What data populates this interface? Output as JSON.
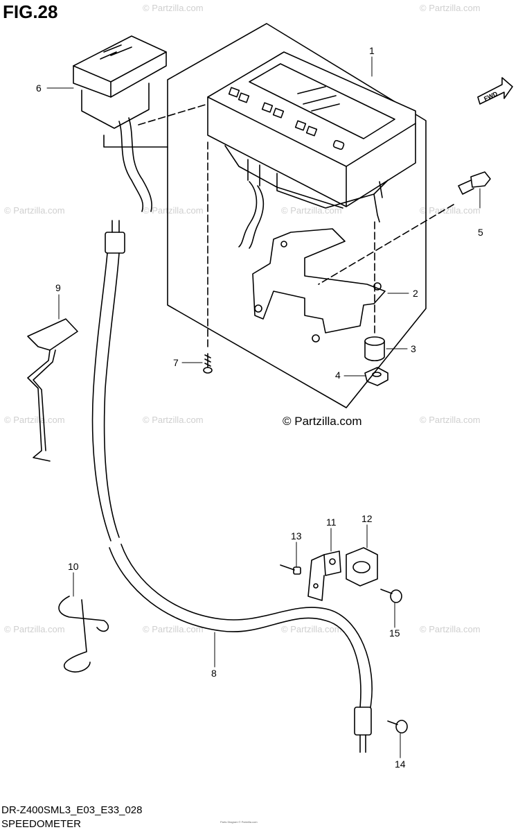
{
  "figure": {
    "title": "FIG.28",
    "model_code": "DR-Z400SML3_E03_E33_028",
    "section_name": "SPEEDOMETER",
    "fwd_label": "FWD",
    "brand_credit": "© Partzilla.com",
    "watermark_text": "© Partzilla.com",
    "footer_tiny": "Parts Diagram © Partzilla.com"
  },
  "callouts": [
    {
      "number": "1"
    },
    {
      "number": "2"
    },
    {
      "number": "3"
    },
    {
      "number": "4"
    },
    {
      "number": "5"
    },
    {
      "number": "6"
    },
    {
      "number": "7"
    },
    {
      "number": "8"
    },
    {
      "number": "9"
    },
    {
      "number": "10"
    },
    {
      "number": "11"
    },
    {
      "number": "12"
    },
    {
      "number": "13"
    },
    {
      "number": "14"
    },
    {
      "number": "15"
    }
  ],
  "colors": {
    "line": "#000000",
    "watermark": "#cfcfcf",
    "background": "#ffffff"
  }
}
